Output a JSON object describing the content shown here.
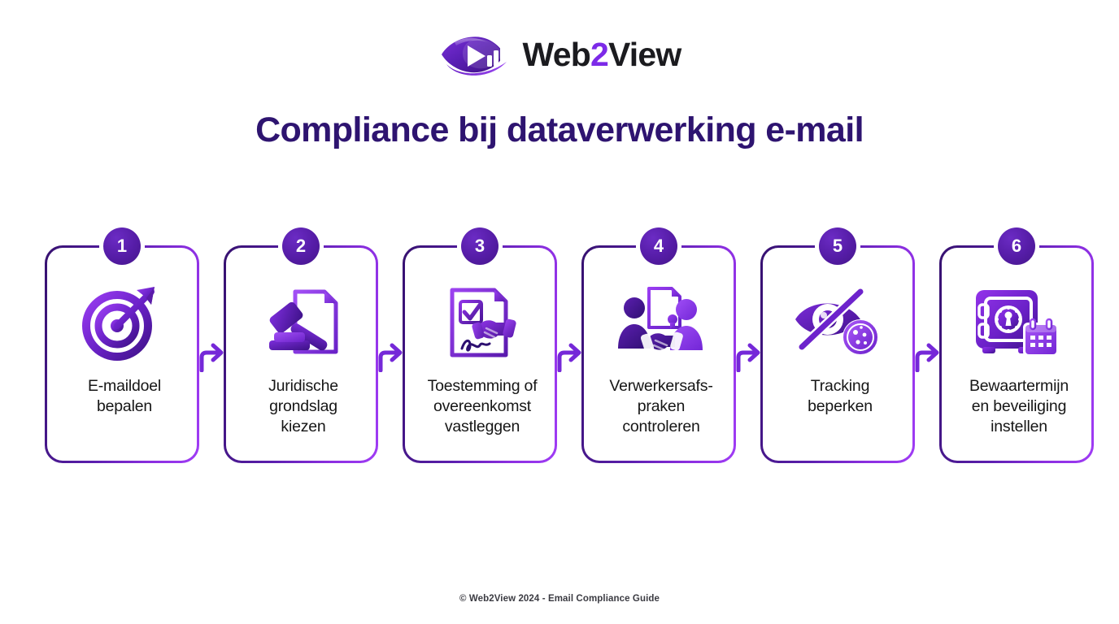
{
  "brand": {
    "logo_icon": "eye-play-chart-logo-icon",
    "name_part1": "Web",
    "name_accent": "2",
    "name_part2": "View",
    "accent_color": "#7c2ae8",
    "text_color": "#1b1b1f"
  },
  "header": {
    "title": "Compliance bij dataverwerking e-mail",
    "title_color": "#2e1470"
  },
  "flow": {
    "arrow_icon": "elbow-arrow-right-icon",
    "border_gradient_from": "#36116f",
    "border_gradient_to": "#a03cf5",
    "badge_color": "#551ca6",
    "steps": [
      {
        "number": "1",
        "label": "E-maildoel\nbepalen",
        "icon": "target-arrow-icon"
      },
      {
        "number": "2",
        "label": "Juridische\ngrondslag\nkiezen",
        "icon": "gavel-document-icon"
      },
      {
        "number": "3",
        "label": "Toestemming of\novereenkomst\nvastleggen",
        "icon": "signed-contract-handshake-icon"
      },
      {
        "number": "4",
        "label": "Verwerkersafs-\npraken\ncontroleren",
        "icon": "people-handshake-certificate-icon"
      },
      {
        "number": "5",
        "label": "Tracking\nbeperken",
        "icon": "eye-slash-cookie-icon"
      },
      {
        "number": "6",
        "label": "Bewaartermijn\nen beveiliging\ninstellen",
        "icon": "safe-calendar-icon"
      }
    ]
  },
  "footer": {
    "text": "© Web2View 2024 - Email Compliance Guide"
  }
}
